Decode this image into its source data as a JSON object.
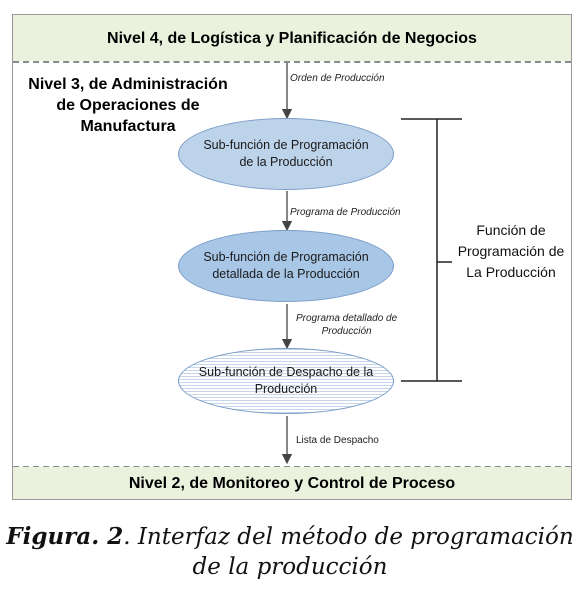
{
  "top_band": "Nivel 4, de Logística y Planificación de Negocios",
  "bottom_band": "Nivel 2, de Monitoreo y Control de Proceso",
  "level3_label": "Nivel 3, de Administración de Operaciones de Manufactura",
  "nodes": [
    {
      "label": "Sub-función de Programación de la Producción"
    },
    {
      "label": "Sub-función de Programación detallada de la Producción"
    },
    {
      "label": "Sub-función de Despacho de la Producción"
    }
  ],
  "flows": {
    "orden": "Orden de Producción",
    "programa": "Programa de Producción",
    "programa_detallado_1": "Programa detallado de",
    "programa_detallado_2": "Producción",
    "lista": "Lista de Despacho"
  },
  "bracket_label": "Función de Programación de La Producción",
  "caption": {
    "figure": "Figura. 2",
    "text_1": ". Interfaz del método de programación",
    "text_2": "de la producción"
  },
  "colors": {
    "band": "#eaf1dd",
    "ellipse_1": "#bdd3ea",
    "ellipse_2": "#a8c6e6",
    "ellipse_border": "#7a9cc6"
  }
}
